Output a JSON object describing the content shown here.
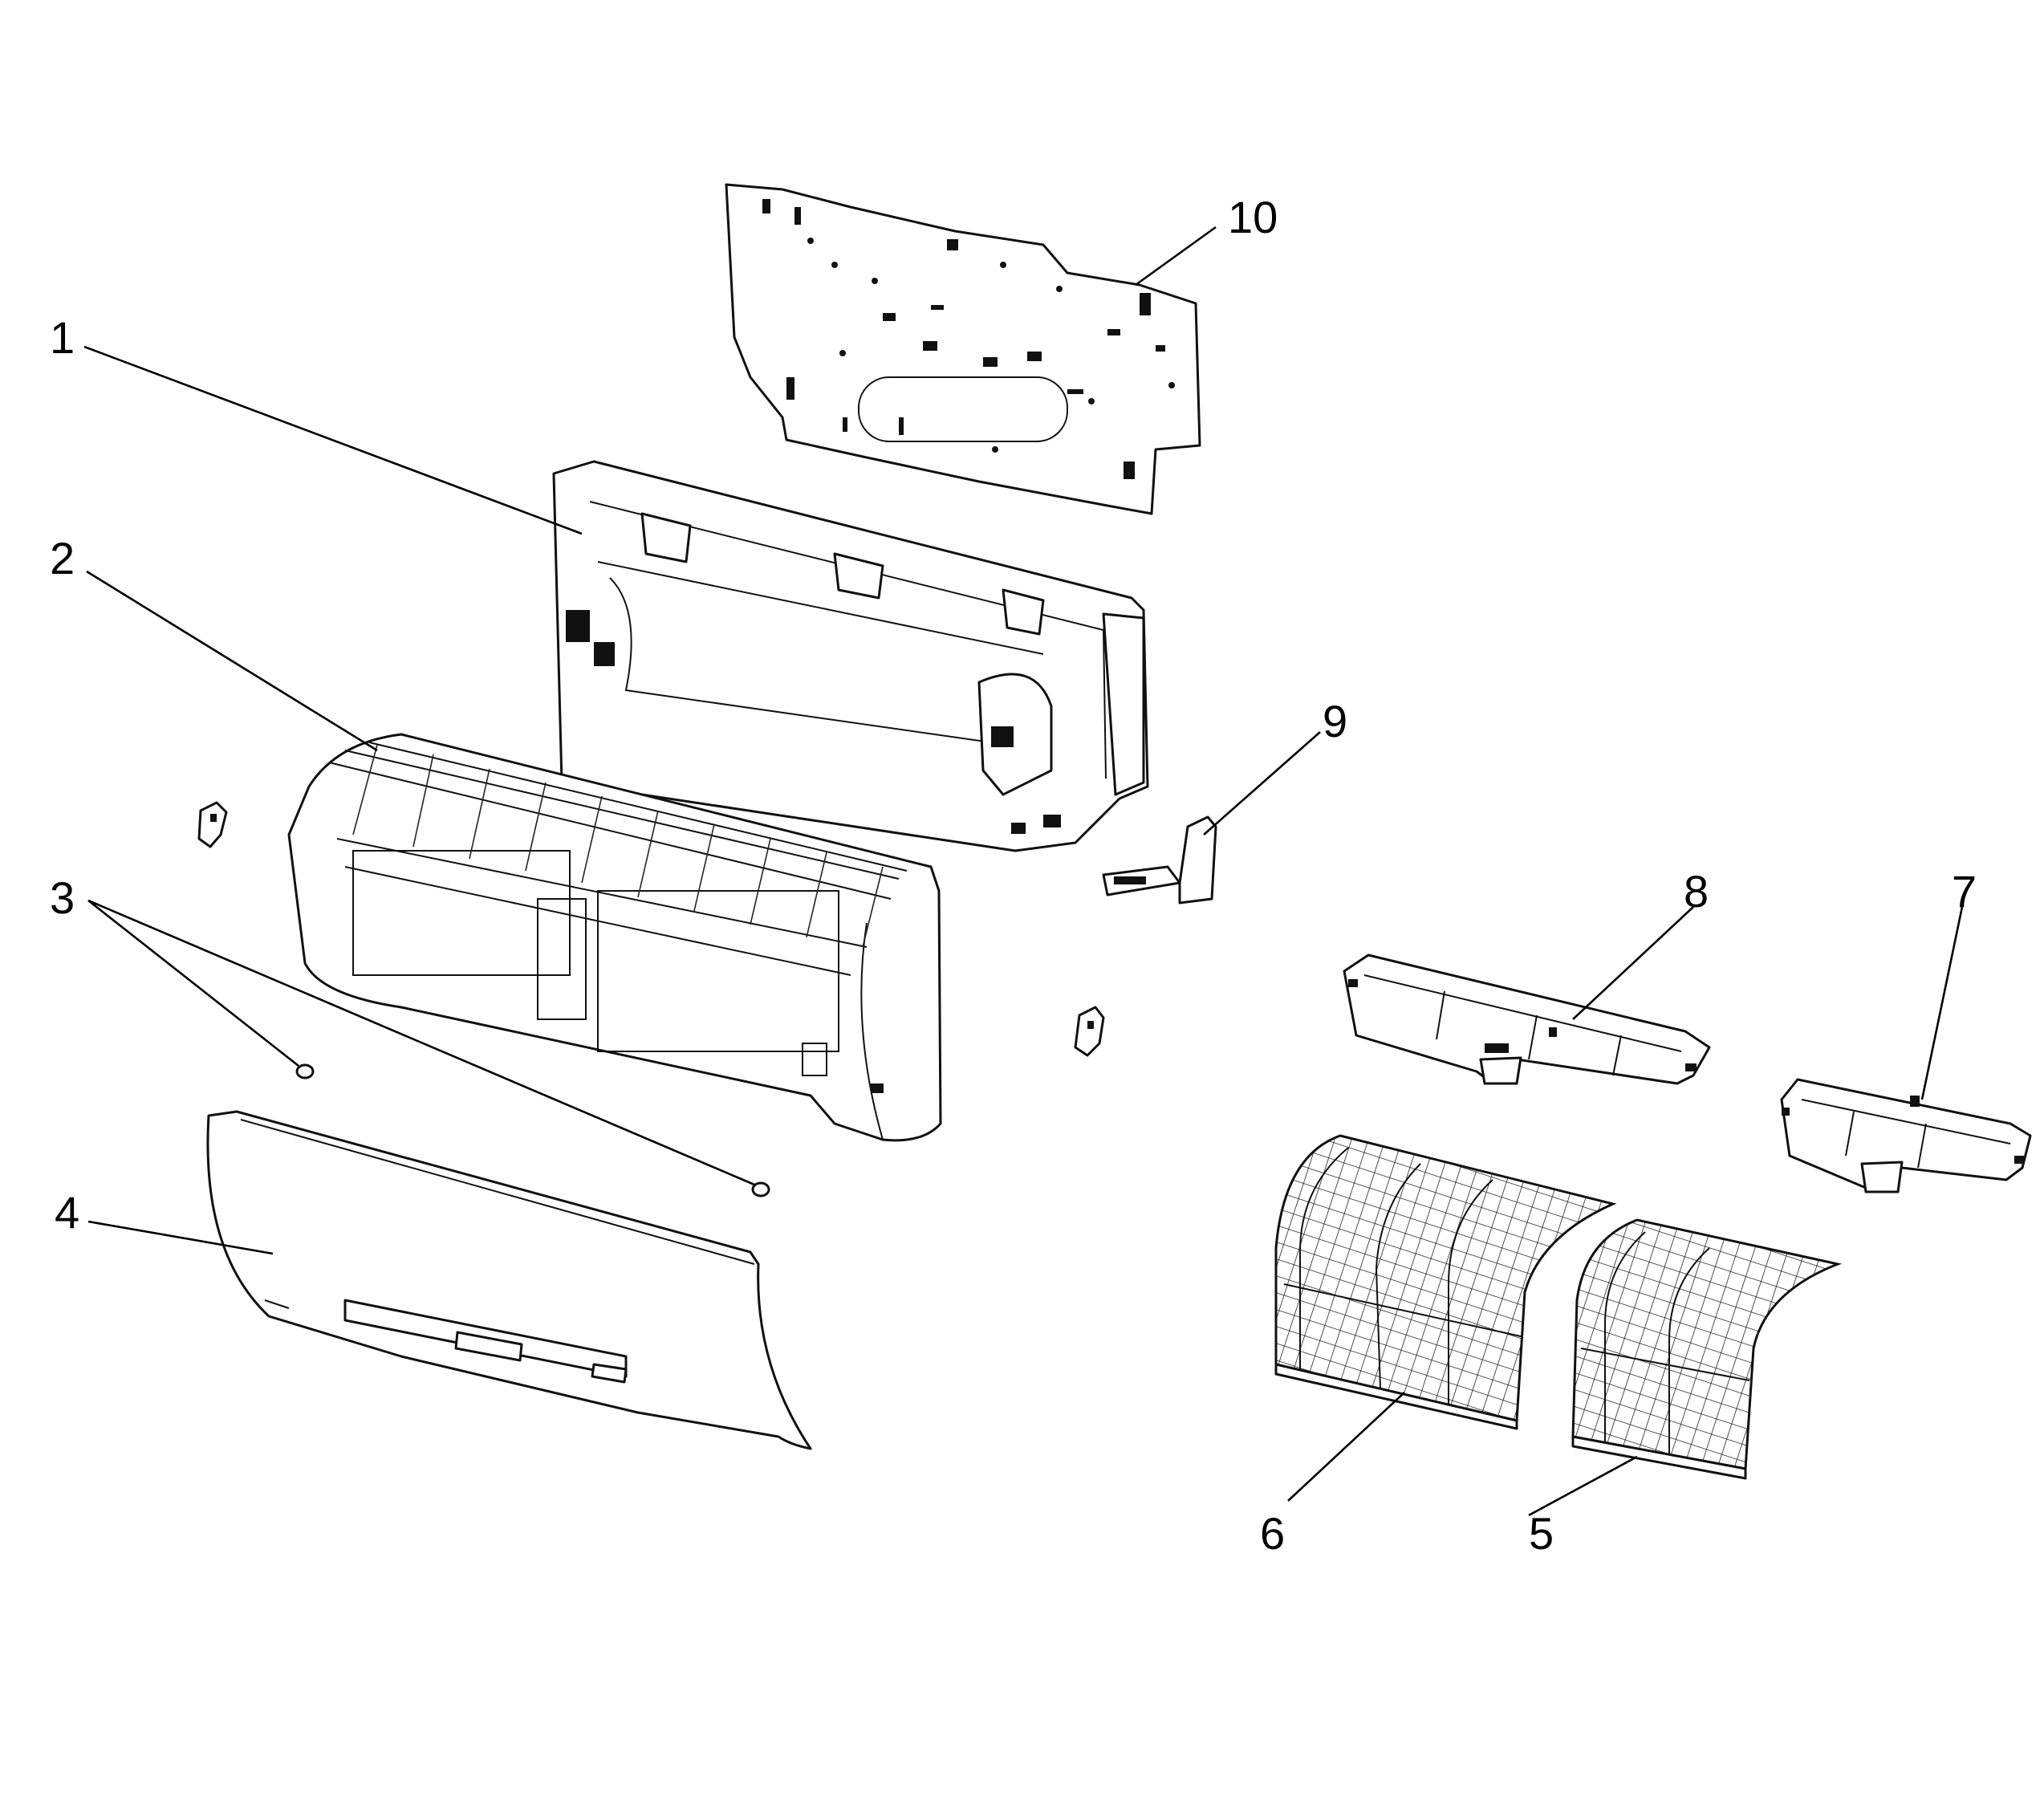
{
  "callouts": [
    {
      "id": "part-1",
      "label": "1"
    },
    {
      "id": "part-2",
      "label": "2"
    },
    {
      "id": "part-3",
      "label": "3"
    },
    {
      "id": "part-4",
      "label": "4"
    },
    {
      "id": "part-5",
      "label": "5"
    },
    {
      "id": "part-6",
      "label": "6"
    },
    {
      "id": "part-7",
      "label": "7"
    },
    {
      "id": "part-8",
      "label": "8"
    },
    {
      "id": "part-9",
      "label": "9"
    },
    {
      "id": "part-10",
      "label": "10"
    }
  ],
  "colors": {
    "line": "#111111",
    "background": "#ffffff"
  }
}
